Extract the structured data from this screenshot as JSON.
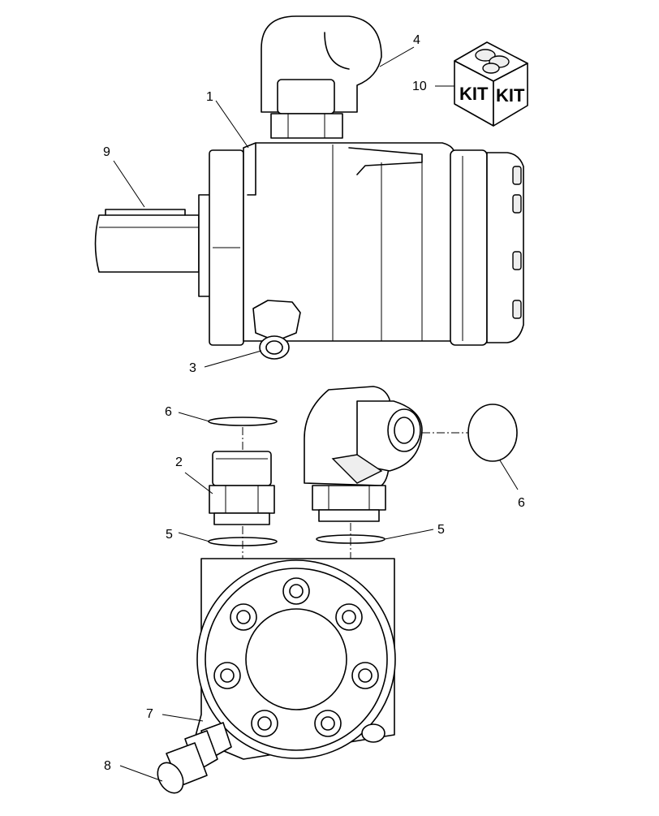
{
  "callouts": {
    "c1": "1",
    "c2": "2",
    "c3": "3",
    "c4": "4",
    "c5a": "5",
    "c5b": "5",
    "c6a": "6",
    "c6b": "6",
    "c7": "7",
    "c8": "8",
    "c9": "9",
    "c10": "10"
  },
  "kit": {
    "left_label": "KIT",
    "right_label": "KIT"
  }
}
